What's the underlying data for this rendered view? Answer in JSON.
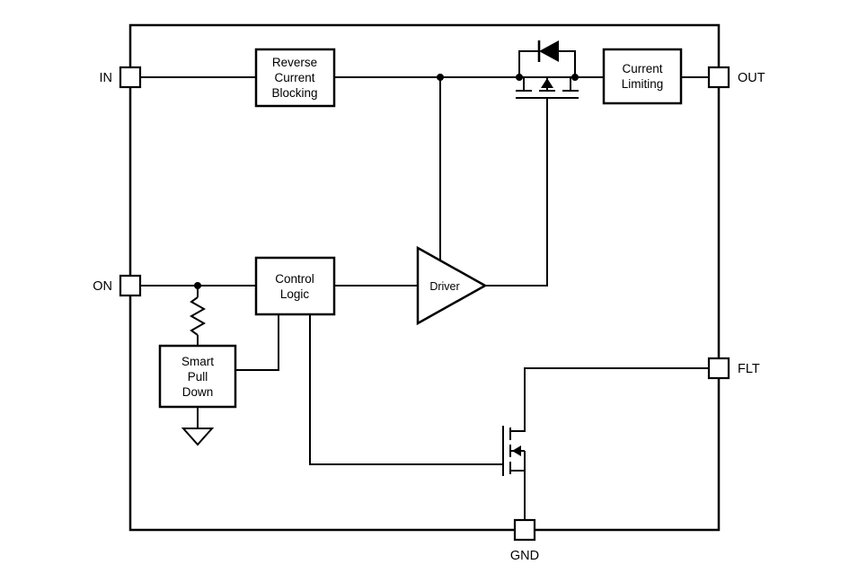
{
  "pins": {
    "in": "IN",
    "on": "ON",
    "out": "OUT",
    "flt": "FLT",
    "gnd": "GND"
  },
  "blocks": {
    "reverse_current_blocking": {
      "line1": "Reverse",
      "line2": "Current",
      "line3": "Blocking"
    },
    "current_limiting": {
      "line1": "Current",
      "line2": "Limiting"
    },
    "control_logic": {
      "line1": "Control",
      "line2": "Logic"
    },
    "smart_pull_down": {
      "line1": "Smart",
      "line2": "Pull",
      "line3": "Down"
    },
    "driver": {
      "label": "Driver"
    }
  },
  "colors": {
    "line": "#000000",
    "background": "#ffffff"
  }
}
